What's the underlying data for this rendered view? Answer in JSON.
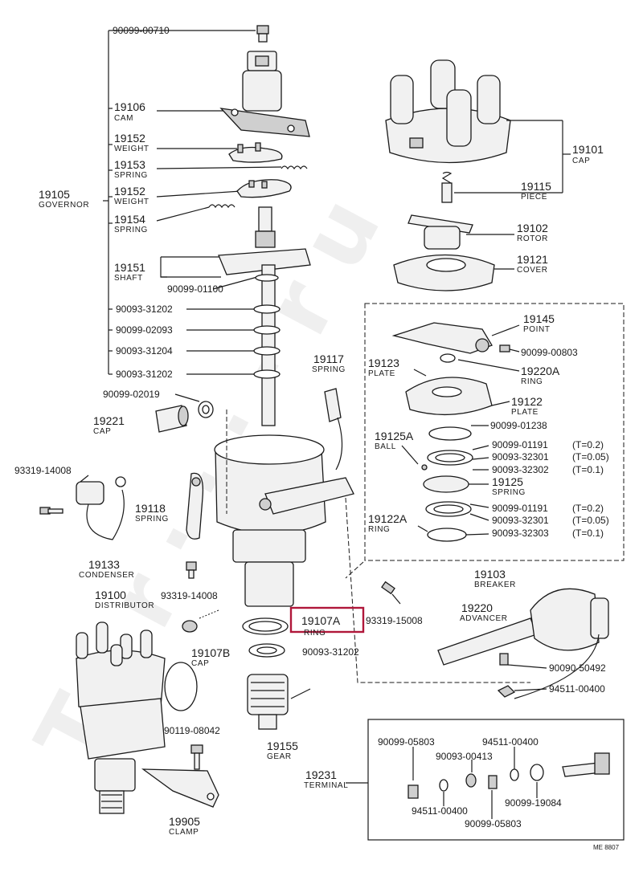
{
  "labels": {
    "p90099_00710": "90099-00710",
    "p19106": "19106",
    "cam": "CAM",
    "p19152a": "19152",
    "weight_a": "WEIGHT",
    "p19153": "19153",
    "spring_a": "SPRING",
    "p19105": "19105",
    "governor": "GOVERNOR",
    "p19152b": "19152",
    "weight_b": "WEIGHT",
    "p19154": "19154",
    "spring_b": "SPRING",
    "p19151": "19151",
    "shaft": "SHAFT",
    "p90099_01100": "90099-01100",
    "p90093_31202a": "90093-31202",
    "p90099_02093": "90099-02093",
    "p90093_31204": "90093-31204",
    "p90093_31202b": "90093-31202",
    "p90099_02019": "90099-02019",
    "p19221": "19221",
    "cap_a": "CAP",
    "p93319_14008a": "93319-14008",
    "p19118": "19118",
    "spring_c": "SPRING",
    "p19133": "19133",
    "condenser": "CONDENSER",
    "p93319_14008b": "93319-14008",
    "p19100": "19100",
    "distributor": "DISTRIBUTOR",
    "p19107b": "19107B",
    "cap_b": "CAP",
    "p90119_08042": "90119-08042",
    "p19905": "19905",
    "clamp": "CLAMP",
    "p19117": "19117",
    "spring_d": "SPRING",
    "p19107a": "19107A",
    "ring_a": "RING",
    "p93319_15008": "93319-15008",
    "p90093_31202c": "90093-31202",
    "p19155": "19155",
    "gear": "GEAR",
    "p19101": "19101",
    "cap_c": "CAP",
    "p19115": "19115",
    "piece": "PIECE",
    "p19102": "19102",
    "rotor": "ROTOR",
    "p19121": "19121",
    "cover": "COVER",
    "p19145": "19145",
    "point": "POINT",
    "p90099_00803": "90099-00803",
    "p19123": "19123",
    "plate_a": "PLATE",
    "p19220a": "19220A",
    "ring_b": "RING",
    "p19122": "19122",
    "plate_b": "PLATE",
    "p90099_01238": "90099-01238",
    "p19125a": "19125A",
    "ball": "BALL",
    "p90099_01191a": "90099-01191",
    "t02a": "(T=0.2)",
    "p90093_32301a": "90093-32301",
    "t005a": "(T=0.05)",
    "p90093_32302": "90093-32302",
    "t01a": "(T=0.1)",
    "p19125": "19125",
    "spring_e": "SPRING",
    "p19122a": "19122A",
    "ring_c": "RING",
    "p90099_01191b": "90099-01191",
    "t02b": "(T=0.2)",
    "p90093_32301b": "90093-32301",
    "t005b": "(T=0.05)",
    "p90093_32303": "90093-32303",
    "t01b": "(T=0.1)",
    "p19103": "19103",
    "breaker": "BREAKER",
    "p19220": "19220",
    "advancer": "ADVANCER",
    "p90090_50492": "90090-50492",
    "p94511_00400a": "94511-00400",
    "p19231": "19231",
    "terminal": "TERMINAL",
    "p90099_05803a": "90099-05803",
    "p94511_00400b": "94511-00400",
    "p90093_00413": "90093-00413",
    "p94511_00400c": "94511-00400",
    "p90099_19084": "90099-19084",
    "p90099_05803b": "90099-05803",
    "footer_code": "ME 8807"
  },
  "highlight": {
    "part": "19107A",
    "color": "#b0173a"
  }
}
